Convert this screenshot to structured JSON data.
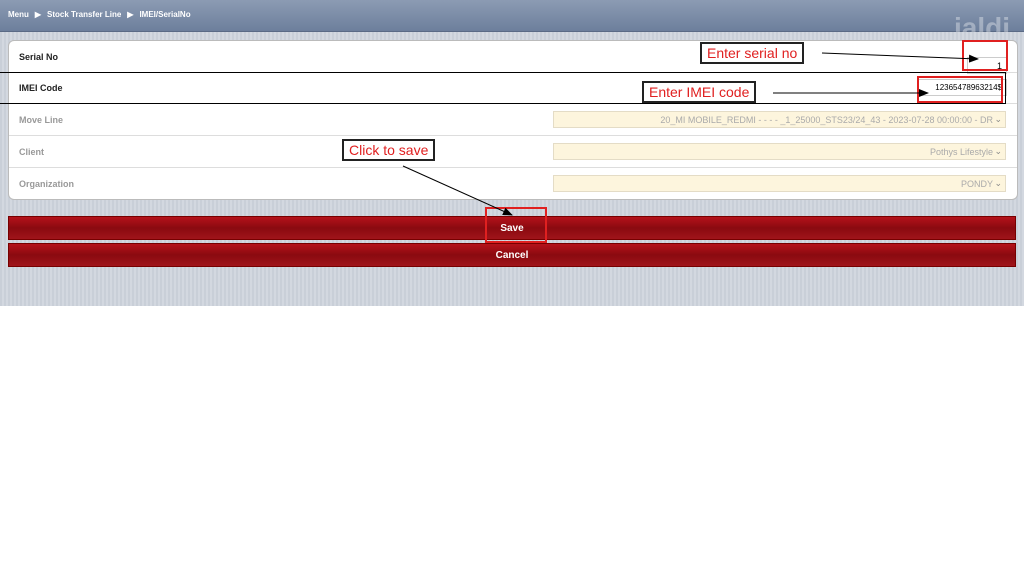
{
  "breadcrumb": [
    "Menu",
    "Stock Transfer Line",
    "IMEI/SerialNo"
  ],
  "logo_text": "jaldi",
  "form": {
    "serial_no": {
      "label": "Serial No",
      "value": "1"
    },
    "imei_code": {
      "label": "IMEI Code",
      "value": "12365478963214$"
    },
    "move_line": {
      "label": "Move Line",
      "value": "20_MI MOBILE_REDMI - - - - _1_25000_STS23/24_43 - 2023-07-28 00:00:00 - DR"
    },
    "client": {
      "label": "Client",
      "value": "Pothys Lifestyle"
    },
    "organization": {
      "label": "Organization",
      "value": "PONDY"
    }
  },
  "buttons": {
    "save": "Save",
    "cancel": "Cancel"
  },
  "annotations": {
    "serial": "Enter serial no",
    "imei": "Enter IMEI code",
    "save": "Click to save"
  },
  "colors": {
    "accent_red": "#b5121b",
    "annotation_red": "#e02020",
    "header": "#7a8aa6"
  }
}
